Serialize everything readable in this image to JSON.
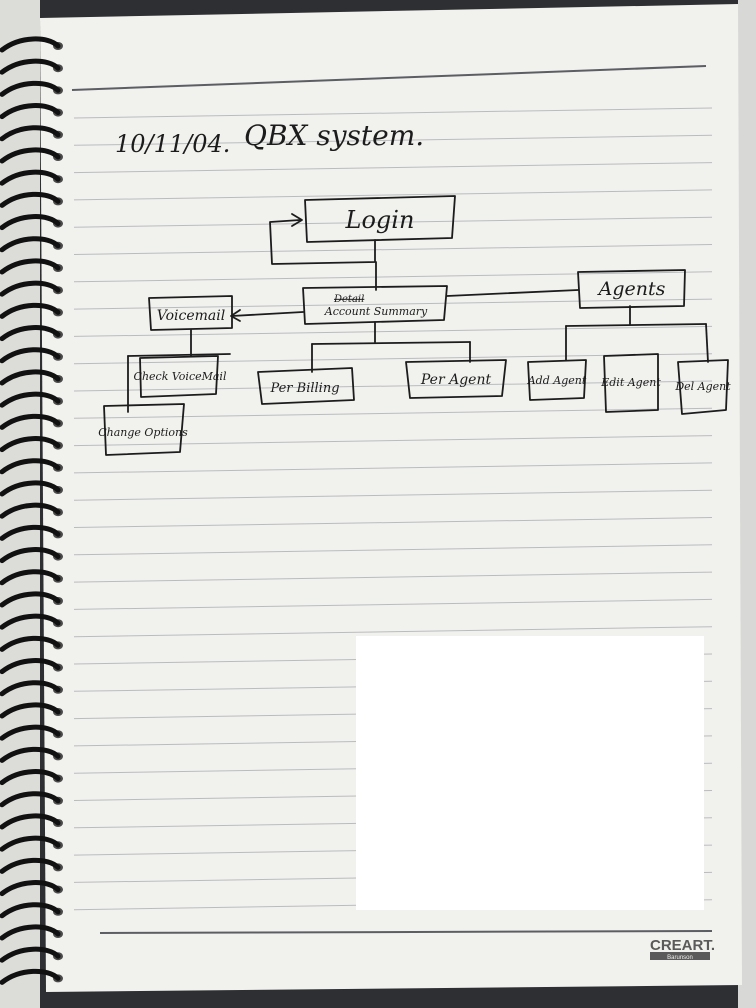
{
  "page": {
    "date": "10/11/04.",
    "title": "QBX system.",
    "brand": "CREART.",
    "brand_sub": "Barunson"
  },
  "diagram": {
    "nodes": {
      "login": "Login",
      "account_summary": "Account Summary",
      "account_summary_struck": "Detail",
      "voicemail": "Voicemail",
      "agents": "Agents",
      "check_voicemail": "Check VoiceMail",
      "change_options": "Change Options",
      "per_billing": "Per Billing",
      "per_agent": "Per Agent",
      "add_agent": "Add Agent",
      "edit_agent": "Edit Agent",
      "del_agent": "Del Agent"
    }
  },
  "colors": {
    "paper": "#f1f1ee",
    "rule": "#b9bcbf",
    "ink": "#1c1c1c",
    "ring": "#111111"
  }
}
